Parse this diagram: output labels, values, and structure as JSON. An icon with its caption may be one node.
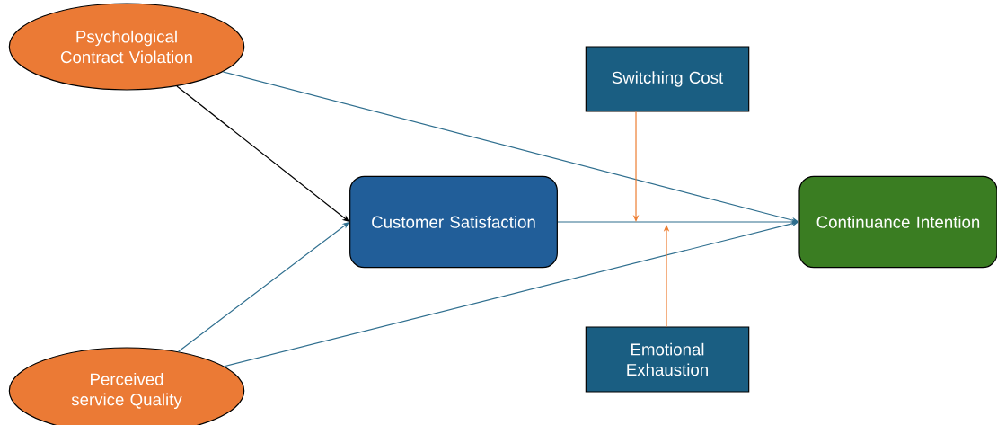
{
  "diagram": {
    "nodes": [
      {
        "text": [
          "Psychological Contract Violation"
        ]
      },
      {
        "text": [
          "Switching Cost"
        ]
      },
      {
        "text": [
          "Customer Satisfaction"
        ]
      },
      {
        "text": [
          "Continuance Intention"
        ]
      },
      {
        "text": [
          "Perceived service Quality"
        ]
      },
      {
        "text": [
          "Emotional Exhaustion"
        ]
      }
    ],
    "edges": [
      {
        "from": 0,
        "to": 2,
        "arrow": "to",
        "color": "#000000"
      },
      {
        "from": 0,
        "to": 3,
        "arrow": "to"
      },
      {
        "from": 4,
        "to": 2,
        "arrow": "to"
      },
      {
        "from": 4,
        "to": 3,
        "arrow": "to"
      },
      {
        "from": 2,
        "to": 3,
        "arrow": "to"
      },
      {
        "from": 1,
        "to": null,
        "arrow": "to",
        "color": "#ed7d31"
      },
      {
        "from": 5,
        "to": null,
        "arrow": "to",
        "color": "#ed7d31"
      }
    ]
  }
}
